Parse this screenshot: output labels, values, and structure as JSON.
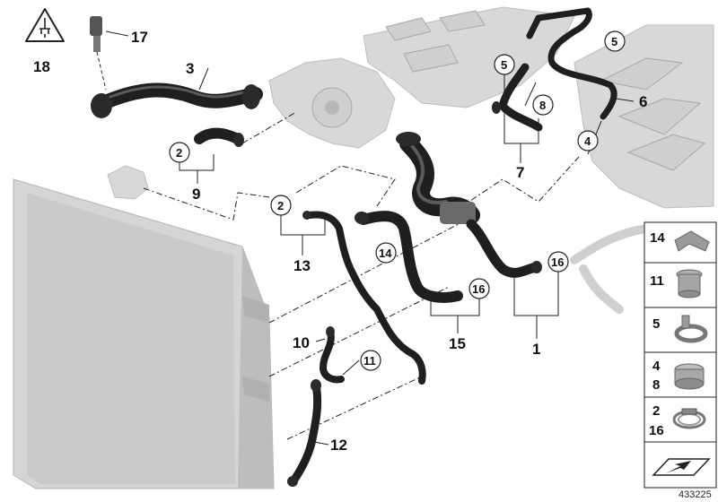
{
  "diagram": {
    "part_labels": {
      "p1": "1",
      "p3": "3",
      "p6": "6",
      "p7": "7",
      "p9": "9",
      "p10": "10",
      "p12": "12",
      "p13": "13",
      "p15": "15",
      "p17": "17",
      "p18": "18"
    },
    "callouts": {
      "c2a": "2",
      "c2b": "2",
      "c4": "4",
      "c5a": "5",
      "c5b": "5",
      "c8": "8",
      "c11": "11",
      "c14": "14",
      "c16a": "16",
      "c16b": "16"
    },
    "legend": {
      "row1": "14",
      "row2": "11",
      "row3": "5",
      "row4a": "4",
      "row4b": "8",
      "row5a": "2",
      "row5b": "16"
    },
    "reference_number": "433225",
    "colors": {
      "hose": "#1f1f1f",
      "component": "#d8d8d8",
      "outline": "#222222"
    }
  }
}
